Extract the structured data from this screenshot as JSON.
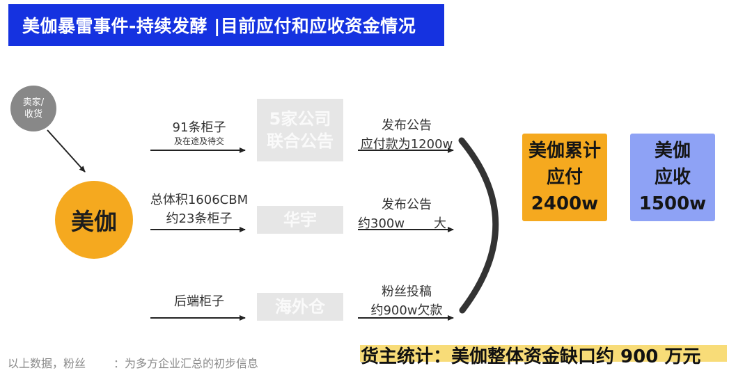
{
  "title": "美伽暴雷事件-持续发酵 |目前应付和应收资金情况",
  "source": {
    "line1": "卖家/",
    "line2": "收货"
  },
  "main_node": "美伽",
  "rows": [
    {
      "left_main": "91条柜子",
      "left_sub": "及在途及待交",
      "company_line1": "5家公司",
      "company_line2": "联合公告",
      "right_top": "发布公告",
      "right_bottom": "应付款为1200w"
    },
    {
      "left_main": "总体积1606CBM",
      "left_sub": "约23条柜子",
      "company_line1": "华宇",
      "right_top": "发布公告",
      "right_bottom": "约300w",
      "right_tail": "大"
    },
    {
      "left_main": "后端柜子",
      "company_line1": "海外仓",
      "right_top": "粉丝投稿",
      "right_bottom": "约900w欠款"
    }
  ],
  "payable": {
    "line1": "美伽累计",
    "line2": "应付",
    "line3": "2400w"
  },
  "receivable": {
    "line1": "美伽",
    "line2": "应收",
    "line3": "1500w"
  },
  "footnote": {
    "part1": "以上数据，粉丝",
    "part2": "：为多方企业汇总的初步信息"
  },
  "conclusion": "货主统计：美伽整体资金缺口约 900 万元",
  "colors": {
    "title_bg": "#1532e0",
    "main_circle": "#f5a91f",
    "payable_bg": "#f5a91f",
    "receivable_bg": "#8ea2f5",
    "company_bg": "#e6e6e6",
    "highlight": "#f8dc78"
  }
}
